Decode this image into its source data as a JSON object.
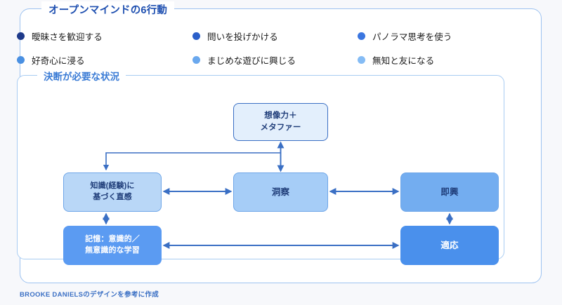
{
  "page": {
    "background_color": "#f7f8fb",
    "footer_credit": "BROOKE DANIELSのデザインを参考に作成"
  },
  "outer_panel": {
    "title": "オープンマインドの6行動",
    "title_color": "#1e4fb0",
    "border_color": "#9dc2f0"
  },
  "legend": {
    "items": [
      {
        "label": "曖昧さを歓迎する",
        "color": "#1e3a8a"
      },
      {
        "label": "問いを投げかける",
        "color": "#2b5fc9"
      },
      {
        "label": "パノラマ思考を使う",
        "color": "#3b76e0"
      },
      {
        "label": "好奇心に浸る",
        "color": "#4a90e2"
      },
      {
        "label": "まじめな遊びに興じる",
        "color": "#6aa8ee"
      },
      {
        "label": "無知と友になる",
        "color": "#85bcf5"
      }
    ]
  },
  "inner_panel": {
    "title": "決断が必要な状況",
    "title_color": "#3a7bd5",
    "border_color": "#a8ccf2"
  },
  "diagram": {
    "arrow_color": "#3a6fc4",
    "nodes": [
      {
        "id": "imagination",
        "label": "想像力＋\nメタファー",
        "fill": "#e3effc",
        "border": "#3a6fc4",
        "text_color": "#1f3d79"
      },
      {
        "id": "knowledge",
        "label": "知識(経験)に\n基づく直感",
        "fill": "#b9d7f7",
        "border": "#6fa6e8",
        "text_color": "#1f3d79"
      },
      {
        "id": "insight",
        "label": "洞察",
        "fill": "#a6cdf7",
        "border": "#6fa6e8",
        "text_color": "#1f3d79"
      },
      {
        "id": "improvisation",
        "label": "即興",
        "fill": "#73adf0",
        "border": "#6fa6e8",
        "text_color": "#1f3d79"
      },
      {
        "id": "memory",
        "label": "記憶：意識的／\n無意識的な学習",
        "fill": "#5b9bf2",
        "border": "none",
        "text_color": "#ffffff"
      },
      {
        "id": "adaptation",
        "label": "適応",
        "fill": "#4a90ec",
        "border": "none",
        "text_color": "#ffffff"
      }
    ],
    "connections": [
      {
        "from": "insight",
        "to": "imagination",
        "type": "bidirectional",
        "orientation": "vertical"
      },
      {
        "from": "insight",
        "to": "knowledge",
        "type": "directed",
        "orientation": "elbow-down-left"
      },
      {
        "from": "knowledge",
        "to": "insight",
        "type": "bidirectional",
        "orientation": "horizontal"
      },
      {
        "from": "insight",
        "to": "improvisation",
        "type": "bidirectional",
        "orientation": "horizontal"
      },
      {
        "from": "knowledge",
        "to": "memory",
        "type": "bidirectional",
        "orientation": "vertical"
      },
      {
        "from": "improvisation",
        "to": "adaptation",
        "type": "bidirectional",
        "orientation": "vertical"
      },
      {
        "from": "memory",
        "to": "adaptation",
        "type": "bidirectional",
        "orientation": "horizontal"
      }
    ]
  }
}
